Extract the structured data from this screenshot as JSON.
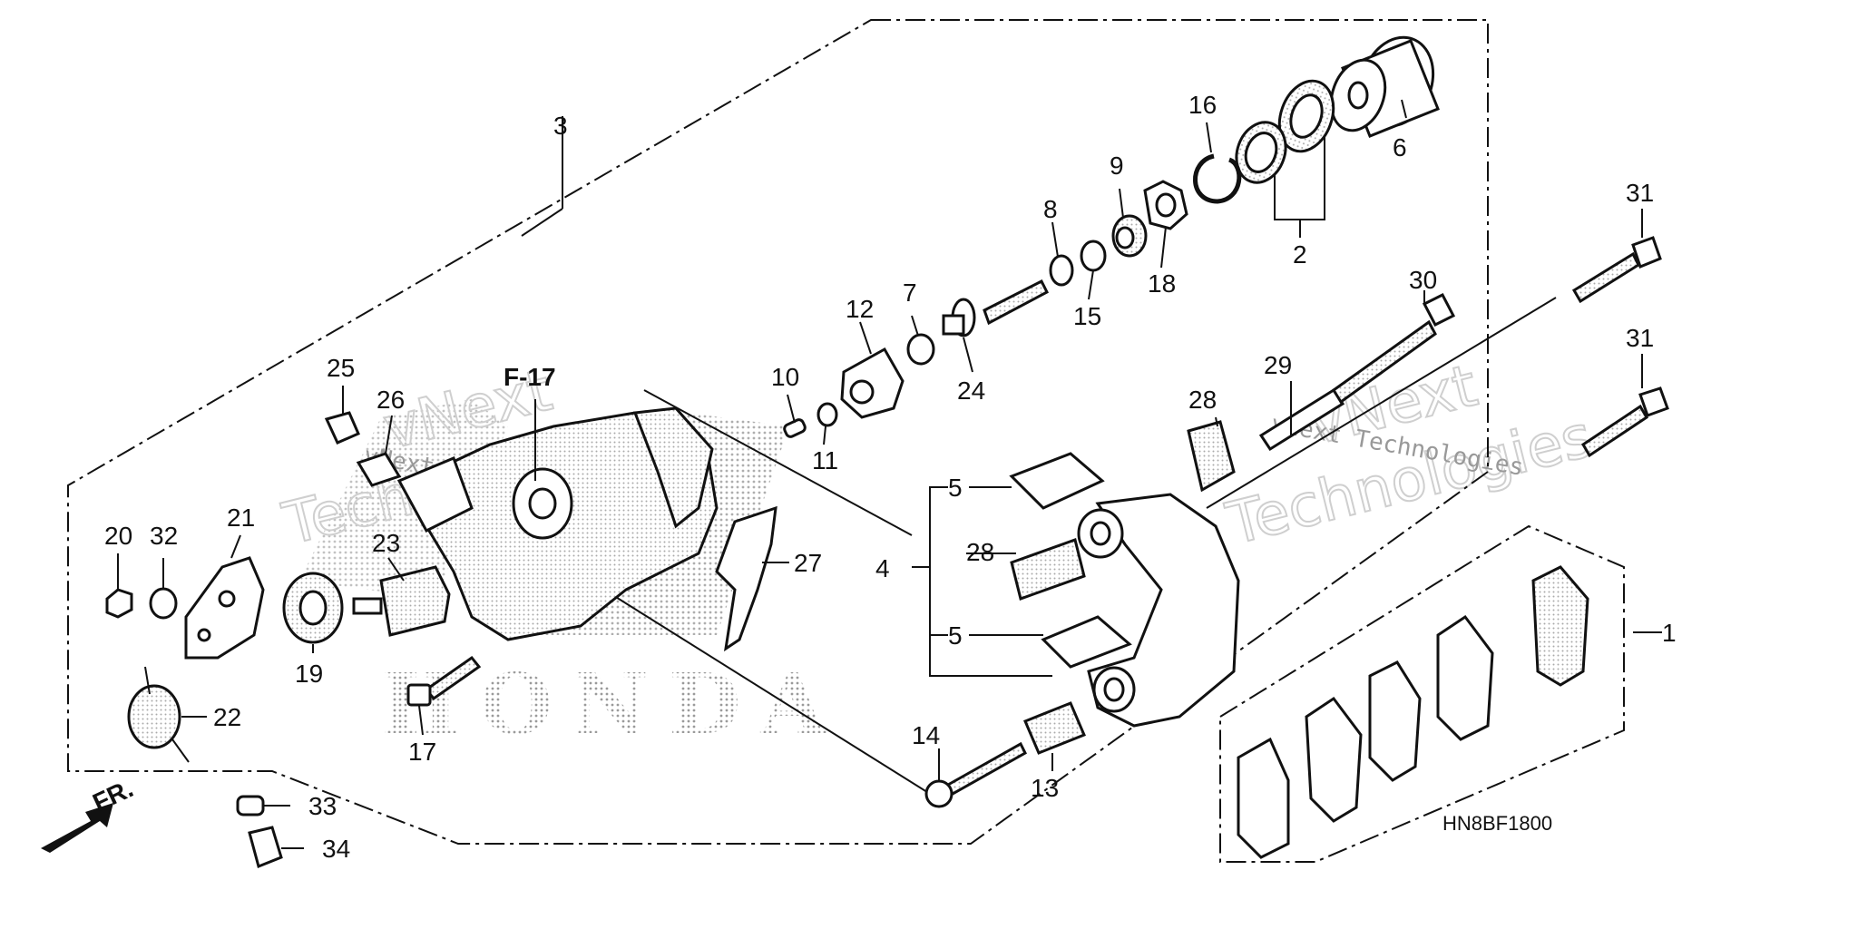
{
  "diagram": {
    "code": "HN8BF1800",
    "reference": "F-17",
    "front_label": "FR.",
    "brand_mark": "HONDA",
    "watermark": {
      "line1": "vNext",
      "line2": "Technologies",
      "line3": "vNext Technologies"
    },
    "callouts": {
      "c1": "1",
      "c2": "2",
      "c3": "3",
      "c4": "4",
      "c5a": "5",
      "c5b": "5",
      "c6": "6",
      "c7": "7",
      "c8": "8",
      "c9": "9",
      "c10": "10",
      "c11": "11",
      "c12": "12",
      "c13": "13",
      "c14": "14",
      "c15": "15",
      "c16": "16",
      "c17": "17",
      "c18": "18",
      "c19": "19",
      "c20": "20",
      "c21": "21",
      "c22": "22",
      "c23": "23",
      "c24": "24",
      "c25": "25",
      "c26": "26",
      "c27": "27",
      "c28a": "28",
      "c28b": "28",
      "c29": "29",
      "c30": "30",
      "c31a": "31",
      "c31b": "31",
      "c32": "32",
      "c33": "33",
      "c34": "34"
    },
    "colors": {
      "line": "#111111",
      "background": "#ffffff",
      "dots": "#9a9a9a"
    }
  }
}
